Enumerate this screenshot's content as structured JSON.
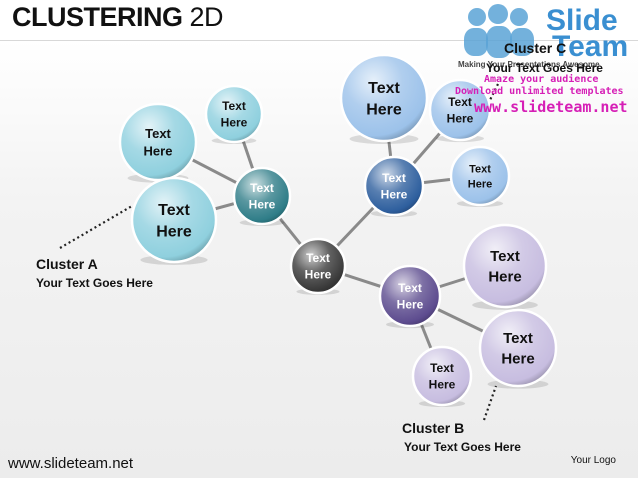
{
  "title": {
    "bold": "CLUSTERING",
    "light": "2D"
  },
  "logo": {
    "brand_line1": "Slide",
    "brand_line2": "Team",
    "tagline": "Making Your Presentations Awesome"
  },
  "promo": {
    "line1": "Amaze your audience",
    "line2": "Download unlimited templates",
    "line3": "www.slideteam.net"
  },
  "nodes": [
    {
      "id": "center",
      "lines": [
        "Text",
        "Here"
      ],
      "color": "#3a3a3a"
    },
    {
      "id": "a-hub",
      "lines": [
        "Text",
        "Here"
      ],
      "color": "#2f7d88"
    },
    {
      "id": "a-1",
      "lines": [
        "Text",
        "Here"
      ],
      "color": "#8fd0de"
    },
    {
      "id": "a-2",
      "lines": [
        "Text",
        "Here"
      ],
      "color": "#8fd0de"
    },
    {
      "id": "a-3",
      "lines": [
        "Text",
        "Here"
      ],
      "color": "#8fd0de"
    },
    {
      "id": "c-hub",
      "lines": [
        "Text",
        "Here"
      ],
      "color": "#2e5f9e"
    },
    {
      "id": "c-1",
      "lines": [
        "Text",
        "Here"
      ],
      "color": "#9cc2ea"
    },
    {
      "id": "c-2",
      "lines": [
        "Text",
        "Here"
      ],
      "color": "#9cc2ea"
    },
    {
      "id": "c-3",
      "lines": [
        "Text",
        "Here"
      ],
      "color": "#9cc2ea"
    },
    {
      "id": "b-hub",
      "lines": [
        "Text",
        "Here"
      ],
      "color": "#5d4c8f"
    },
    {
      "id": "b-1",
      "lines": [
        "Text",
        "Here"
      ],
      "color": "#c7bde0"
    },
    {
      "id": "b-2",
      "lines": [
        "Text",
        "Here"
      ],
      "color": "#c7bde0"
    },
    {
      "id": "b-3",
      "lines": [
        "Text",
        "Here"
      ],
      "color": "#c7bde0"
    }
  ],
  "edges": [
    [
      "center",
      "a-hub"
    ],
    [
      "center",
      "c-hub"
    ],
    [
      "center",
      "b-hub"
    ],
    [
      "a-hub",
      "a-1"
    ],
    [
      "a-hub",
      "a-2"
    ],
    [
      "a-hub",
      "a-3"
    ],
    [
      "c-hub",
      "c-1"
    ],
    [
      "c-hub",
      "c-2"
    ],
    [
      "c-hub",
      "c-3"
    ],
    [
      "b-hub",
      "b-1"
    ],
    [
      "b-hub",
      "b-2"
    ],
    [
      "b-hub",
      "b-3"
    ]
  ],
  "clusters": {
    "a": {
      "title": "Cluster  A",
      "subtitle": "Your Text Goes Here"
    },
    "b": {
      "title": "Cluster  B",
      "subtitle": "Your Text Goes Here"
    },
    "c": {
      "title": "Cluster  C",
      "subtitle": "Your Text Goes Here"
    }
  },
  "footer": {
    "url": "www.slideteam.net",
    "logo_text": "Your Logo"
  }
}
